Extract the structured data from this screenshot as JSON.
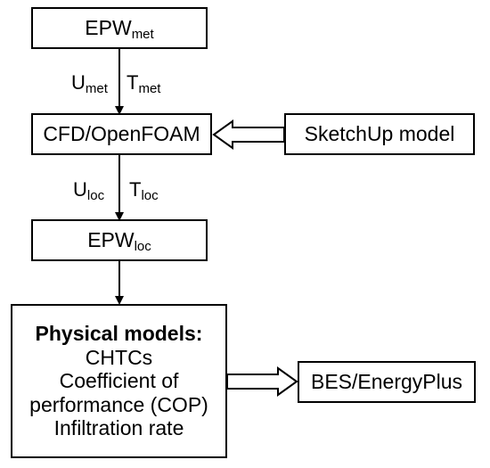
{
  "nodes": {
    "epw_met": {
      "base": "EPW",
      "sub": "met"
    },
    "cfd": {
      "label": "CFD/OpenFOAM"
    },
    "sketchup": {
      "label": "SketchUp model"
    },
    "epw_loc": {
      "base": "EPW",
      "sub": "loc"
    },
    "physical": {
      "title": "Physical models:",
      "lines": [
        "CHTCs",
        "Coefficient of",
        "performance (COP)",
        "Infiltration rate"
      ]
    },
    "bes": {
      "label": "BES/EnergyPlus"
    }
  },
  "edge_labels": {
    "met_u": {
      "base": "U",
      "sub": "met"
    },
    "met_t": {
      "base": "T",
      "sub": "met"
    },
    "loc_u": {
      "base": "U",
      "sub": "loc"
    },
    "loc_t": {
      "base": "T",
      "sub": "loc"
    }
  }
}
